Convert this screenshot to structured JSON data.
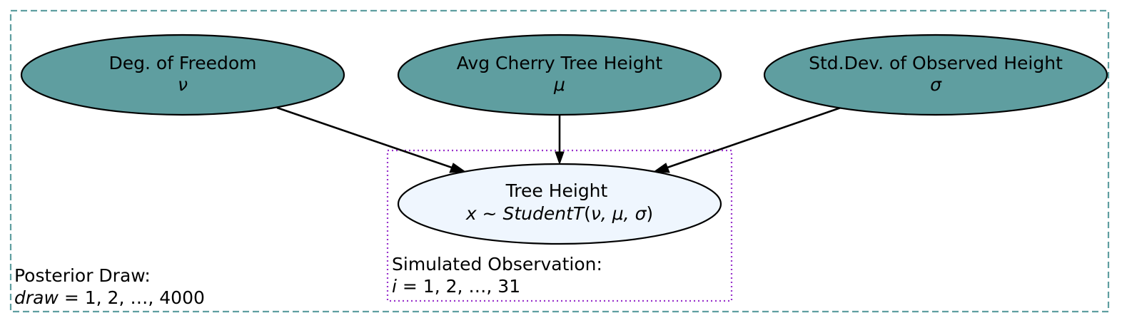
{
  "colors": {
    "param_fill": "#5f9ea0",
    "observed_fill": "#eff6fe",
    "outer_plate_border": "#5f9ea0",
    "inner_plate_border": "#9932cc",
    "stroke": "#000000"
  },
  "plates": {
    "outer": {
      "label_line1": "Posterior Draw:",
      "label_var": "draw",
      "label_eq": " = 1, 2, …, 4000"
    },
    "inner": {
      "label_line1": "Simulated Observation:",
      "label_var": "i",
      "label_eq": " = 1, 2, …, 31"
    }
  },
  "nodes": {
    "dof": {
      "title": "Deg. of Freedom",
      "symbol": "ν"
    },
    "mu": {
      "title": "Avg Cherry Tree Height",
      "symbol": "μ"
    },
    "sigma": {
      "title": "Std.Dev. of Observed Height",
      "symbol": "σ"
    },
    "height": {
      "title": "Tree Height",
      "formula_var": "x",
      "formula_tilde": " ~ ",
      "formula_dist": "StudentT",
      "formula_open": "(",
      "formula_args": "ν, μ, σ",
      "formula_close": ")"
    }
  },
  "edges": [
    {
      "from": "dof",
      "to": "height"
    },
    {
      "from": "mu",
      "to": "height"
    },
    {
      "from": "sigma",
      "to": "height"
    }
  ]
}
